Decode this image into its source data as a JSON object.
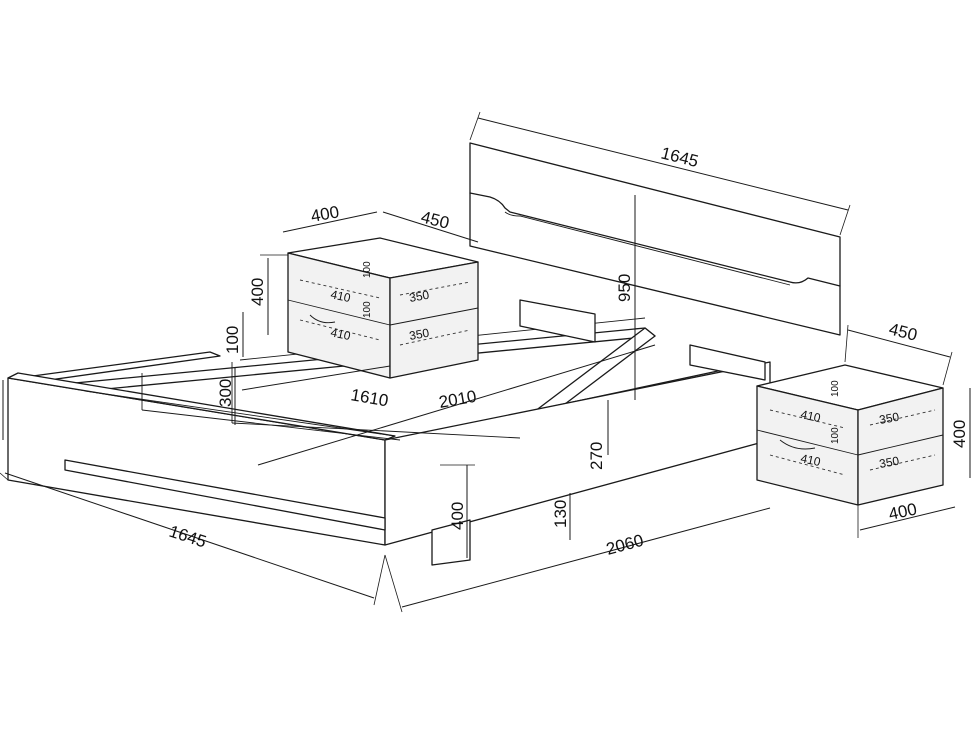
{
  "dimensions": {
    "headboard_width": "1645",
    "headboard_height": "950",
    "nightstand_left_width": "400",
    "nightstand_left_depth": "450",
    "nightstand_left_height": "400",
    "nightstand_right_width": "400",
    "nightstand_right_depth": "450",
    "nightstand_right_height": "400",
    "drawer_width": "410",
    "drawer_depth": "350",
    "drawer_height": "100",
    "frame_gap": "100",
    "inner_width": "1610",
    "inner_length": "2010",
    "inner_depth": "300",
    "side_height": "270",
    "leg_height": "130",
    "bed_height": "400",
    "bed_width": "1645",
    "bed_length": "2060"
  }
}
